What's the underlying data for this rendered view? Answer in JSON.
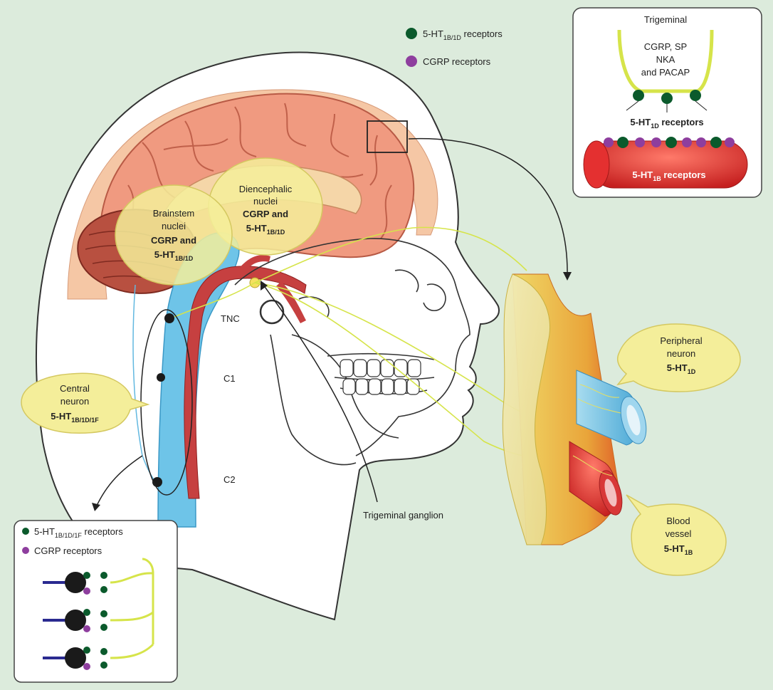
{
  "legend_top": {
    "serotonin": {
      "base": "5-HT",
      "sub": "1B/1D",
      "rest": " receptors",
      "color": "#0b5a2c"
    },
    "cgrp": {
      "text": "CGRP receptors",
      "color": "#8e3e9e"
    }
  },
  "inset_trigeminal": {
    "title": "Trigeminal",
    "neuropeptides": [
      "CGRP, SP",
      "NKA",
      "and PACAP"
    ],
    "receptor_1d": {
      "base": "5-HT",
      "sub": "1D",
      "rest": " receptors"
    },
    "receptor_1b": {
      "base": "5-HT",
      "sub": "1B",
      "rest": " receptors"
    }
  },
  "bubbles": {
    "diencephalic": {
      "line1": "Diencephalic",
      "line2": "nuclei",
      "line3": "CGRP and",
      "base": "5-HT",
      "sub": "1B/1D"
    },
    "brainstem": {
      "line1": "Brainstem",
      "line2": "nuclei",
      "line3": "CGRP and",
      "base": "5-HT",
      "sub": "1B/1D"
    },
    "central": {
      "line1": "Central",
      "line2": "neuron",
      "base": "5-HT",
      "sub": "1B/1D/1F"
    },
    "peripheral": {
      "line1": "Peripheral",
      "line2": "neuron",
      "base": "5-HT",
      "sub": "1D"
    },
    "blood": {
      "line1": "Blood",
      "line2": "vessel",
      "base": "5-HT",
      "sub": "1B"
    }
  },
  "labels": {
    "tnc": "TNC",
    "c1": "C1",
    "c2": "C2",
    "ganglion": "Trigeminal ganglion"
  },
  "legend_bottom": {
    "serotonin": {
      "base": "5-HT",
      "sub": "1B/1D/1F",
      "rest": " receptors"
    },
    "cgrp": {
      "text": "CGRP receptors"
    }
  },
  "colors": {
    "background": "#dcebdc",
    "brain": "#f09a80",
    "cerebellum": "#b85040",
    "skull_band": "#f5c7a5",
    "spinal_cord": "#6ec4e8",
    "bubble": "#f4ee9a",
    "vessel": "#d83030",
    "nerve": "#d6e44a"
  }
}
